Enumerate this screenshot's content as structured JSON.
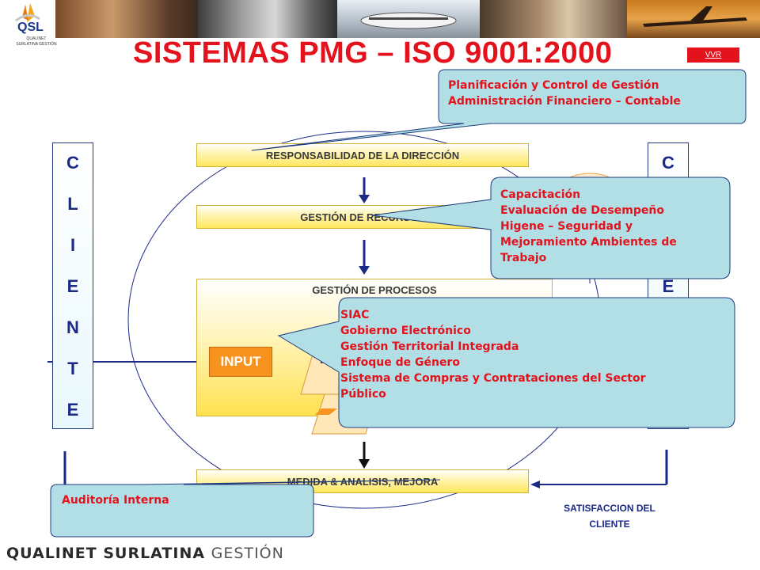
{
  "header": {
    "logo_text": "QSL",
    "logo_subtitle": "QUALINET\nSURLATINA GESTIÓN",
    "title": "SISTEMAS PMG – ISO 9001:2000",
    "link_label": "VVR"
  },
  "process_diagram": {
    "bar_responsabilidad": "RESPONSABILIDAD DE LA DIRECCIÓN",
    "bar_recursos": "GESTIÓN DE RECURSOS",
    "bar_procesos": "GESTIÓN DE PROCESOS",
    "input_label": "INPUT",
    "process_label": "P",
    "bar_medida": "MEDIDA & ANALISIS, MEJORA",
    "client_left_letters": [
      "C",
      "L",
      "I",
      "E",
      "N",
      "T",
      "E"
    ],
    "client_right_letters_visible": [
      "C",
      "E"
    ],
    "satisfaccion": "SATISFACCION DEL CLIENTE"
  },
  "callouts": {
    "planificacion": [
      "Planificación y Control de Gestión",
      "Administración Financiero – Contable"
    ],
    "capacitacion": [
      "Capacitación",
      "Evaluación de Desempeño",
      "Higene – Seguridad y",
      "Mejoramiento Ambientes de",
      "Trabajo"
    ],
    "siac": [
      "SIAC",
      "Gobierno Electrónico",
      "Gestión Territorial Integrada",
      "Enfoque de Género",
      "Sistema de Compras y Contrataciones del Sector",
      "Público"
    ],
    "auditoria": "Auditoría Interna"
  },
  "footer": {
    "brand_bold": "QUALINET SURLATINA",
    "brand_light": "GESTIÓN"
  },
  "colors": {
    "title_red": "#e3121d",
    "navy": "#1b2a87",
    "callout_fill": "#b2dfe6",
    "input_orange": "#f7931e"
  }
}
